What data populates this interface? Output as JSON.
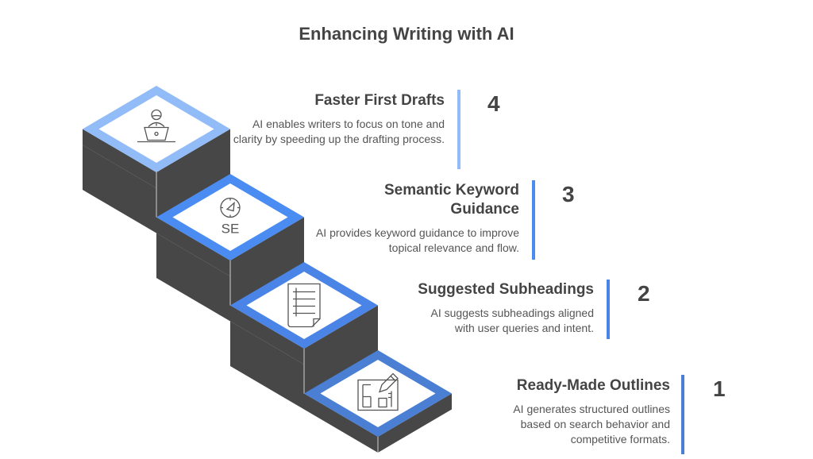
{
  "title": "Enhancing Writing with AI",
  "steps": [
    {
      "number": "1",
      "heading": "Ready-Made Outlines",
      "description": "AI generates structured outlines based on search behavior and competitive formats.",
      "icon": "outline-edit-icon",
      "color": "#4a7fd4"
    },
    {
      "number": "2",
      "heading": "Suggested Subheadings",
      "description": "AI suggests subheadings aligned with user queries and intent.",
      "icon": "document-list-icon",
      "color": "#4a84e6"
    },
    {
      "number": "3",
      "heading": "Semantic Keyword Guidance",
      "description": "AI provides keyword guidance to improve topical relevance and flow.",
      "icon": "compass-icon",
      "icon_label": "SE",
      "color": "#4a8cf2"
    },
    {
      "number": "4",
      "heading": "Faster First Drafts",
      "description": "AI enables writers to focus on tone and clarity by speeding up the drafting process.",
      "icon": "person-laptop-icon",
      "color": "#92bcf8"
    }
  ],
  "colors": {
    "riser": "#474747",
    "text": "#444444"
  }
}
